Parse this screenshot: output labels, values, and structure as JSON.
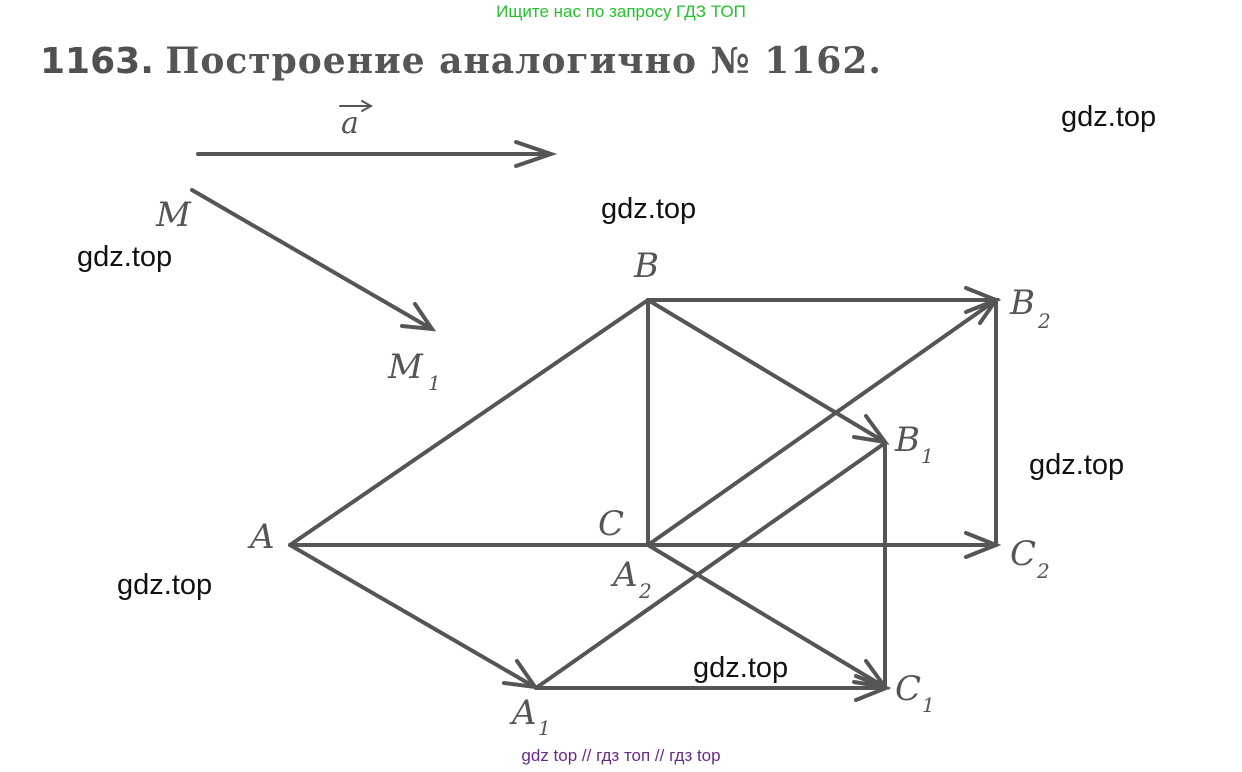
{
  "header": {
    "banner": "Ищите нас по запросу ГДЗ ТОП"
  },
  "problem": {
    "number": "1163.",
    "text": "Построение аналогично № 1162."
  },
  "diagram": {
    "vector_label": "a",
    "points": {
      "M": "M",
      "M1": "M",
      "M1_sub": "1",
      "A": "A",
      "B": "B",
      "C": "C",
      "A1": "A",
      "A1_sub": "1",
      "B1": "B",
      "B1_sub": "1",
      "C1": "C",
      "C1_sub": "1",
      "A2": "A",
      "A2_sub": "2",
      "B2": "B",
      "B2_sub": "2",
      "C2": "C",
      "C2_sub": "2"
    }
  },
  "watermarks": [
    "gdz.top",
    "gdz.top",
    "gdz.top",
    "gdz.top",
    "gdz.top",
    "gdz.top"
  ],
  "footer": {
    "banner": "gdz top  //  гдз топ  //  гдз top"
  }
}
